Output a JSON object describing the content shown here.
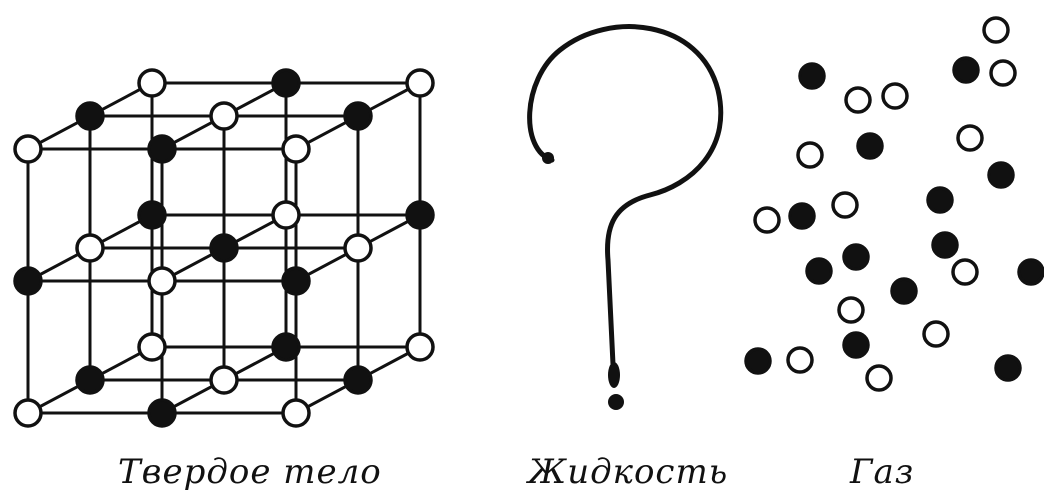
{
  "captions": {
    "solid": "Твердое тело",
    "liquid": "Жидкость",
    "gas": "Газ"
  },
  "colors": {
    "ink": "#111111",
    "paper": "#ffffff"
  }
}
